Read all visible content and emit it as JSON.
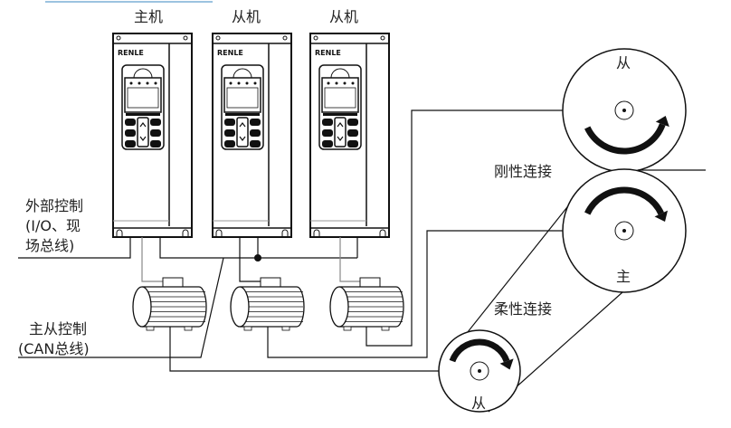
{
  "drives": [
    {
      "label": "主机",
      "brand": "RENLE"
    },
    {
      "label": "从机",
      "brand": "RENLE"
    },
    {
      "label": "从机",
      "brand": "RENLE"
    }
  ],
  "labels": {
    "external_control": [
      "外部控制",
      "(I/O、现",
      "场总线)"
    ],
    "master_slave_control": [
      "主从控制",
      "(CAN总线)"
    ],
    "rigid_connection": "刚性连接",
    "flexible_connection": "柔性连接"
  },
  "rollers": [
    {
      "label": "从",
      "role": "slave"
    },
    {
      "label": "主",
      "role": "master"
    },
    {
      "label": "从",
      "role": "slave"
    }
  ],
  "colors": {
    "line": "#111111",
    "wire_gray": "#888888",
    "accent_line": "#9cc3e0"
  }
}
